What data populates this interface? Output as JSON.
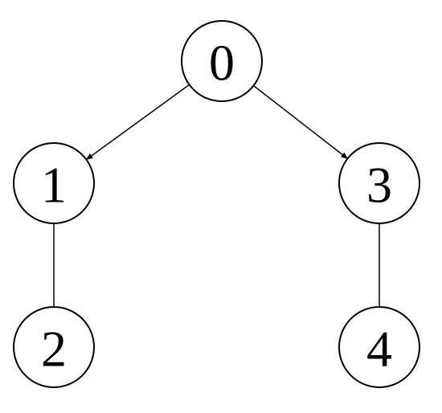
{
  "nodes": [
    {
      "id": "n0",
      "label": "0"
    },
    {
      "id": "n1",
      "label": "1"
    },
    {
      "id": "n2",
      "label": "2"
    },
    {
      "id": "n3",
      "label": "3"
    },
    {
      "id": "n4",
      "label": "4"
    }
  ],
  "edges": [
    {
      "from": "n0",
      "to": "n1",
      "directed": true
    },
    {
      "from": "n0",
      "to": "n3",
      "directed": true
    },
    {
      "from": "n1",
      "to": "n2",
      "directed": false
    },
    {
      "from": "n3",
      "to": "n4",
      "directed": false
    }
  ],
  "colors": {
    "stroke": "#000000",
    "fill": "#ffffff",
    "background": "#ffffff"
  }
}
